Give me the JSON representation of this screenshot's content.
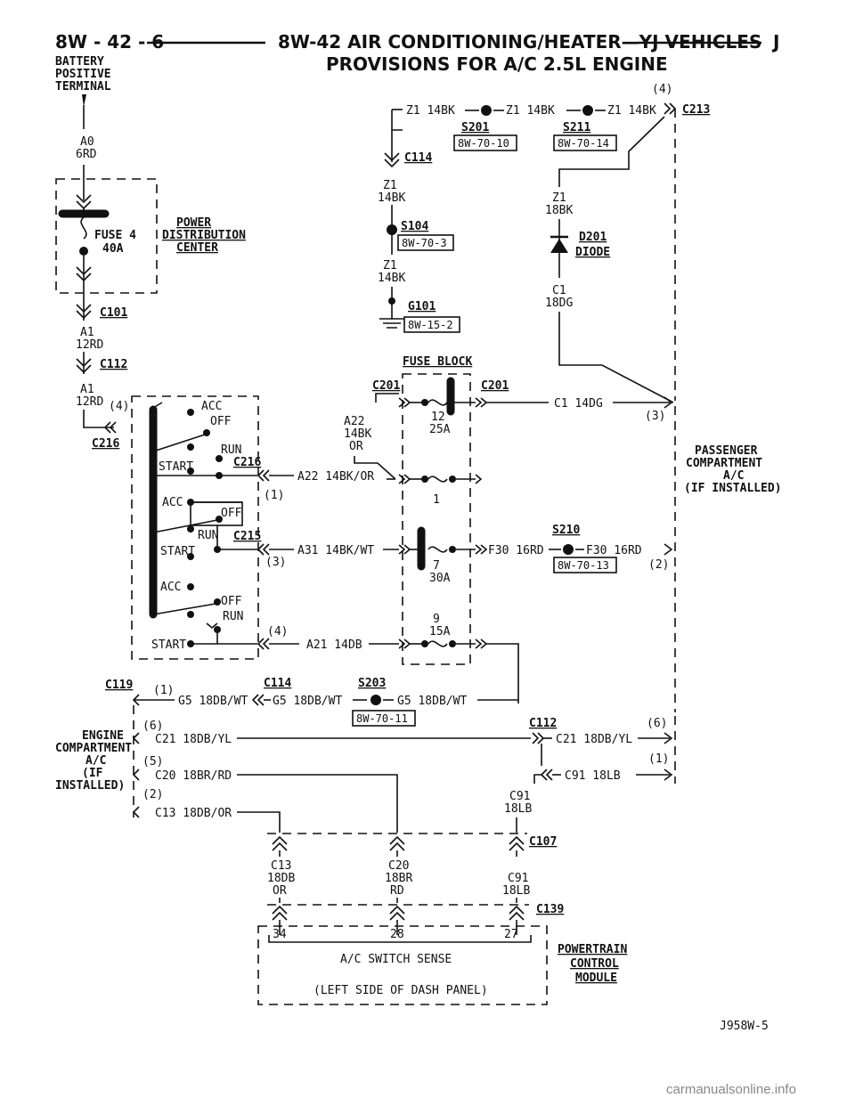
{
  "header": {
    "left": "8W - 42 - 6",
    "title": "8W-42 AIR CONDITIONING/HEATER—YJ VEHICLES",
    "right": "J",
    "subtitle": "PROVISIONS FOR A/C 2.5L ENGINE"
  },
  "labels": {
    "battery": [
      "BATTERY",
      "POSITIVE",
      "TERMINAL"
    ],
    "a0": "A0",
    "a0_gauge": "6RD",
    "fuse4": "FUSE 4",
    "fuse4_rating": "40A",
    "pdc": [
      "POWER",
      "DISTRIBUTION",
      "CENTER"
    ],
    "c101": "C101",
    "a1_a": "A1",
    "a1_a_gauge": "12RD",
    "c112_top": "C112",
    "a1_b": "A1",
    "a1_b_gauge": "12RD",
    "pin4_left": "(4)",
    "c216_left": "C216",
    "sw_acc1": "ACC",
    "sw_off1": "OFF",
    "sw_run1": "RUN",
    "sw_start1": "START",
    "c216_right": "C216",
    "a22_wire": "A22 14BK/OR",
    "pin1_sw": "(1)",
    "sw_acc2": "ACC",
    "sw_off2": "OFF",
    "sw_run2": "RUN",
    "sw_start2": "START",
    "c215": "C215",
    "a31_wire": "A31 14BK/WT",
    "pin3_sw": "(3)",
    "sw_acc3": "ACC",
    "sw_off3": "OFF",
    "sw_run3": "RUN",
    "sw_start3": "START",
    "pin4_sw": "(4)",
    "a21_wire": "A21 14DB",
    "z1_top1": "Z1 14BK",
    "z1_top2": "Z1 14BK",
    "z1_top3": "Z1 14BK",
    "pin4_c213": "(4)",
    "c213": "C213",
    "s201": "S201",
    "ref_s201": "8W-70-10",
    "s211": "S211",
    "ref_s211": "8W-70-14",
    "c114_top": "C114",
    "z1_a": "Z1",
    "z1_a_gauge": "14BK",
    "s104": "S104",
    "ref_s104": "8W-70-3",
    "z1_b": "Z1",
    "z1_b_gauge": "14BK",
    "g101": "G101",
    "ref_g101": "8W-15-2",
    "z1_c": "Z1",
    "z1_c_gauge": "18BK",
    "d201": "D201",
    "diode": "DIODE",
    "c1_a": "C1",
    "c1_a_gauge": "18DG",
    "fuse_block": "FUSE BLOCK",
    "c201_l": "C201",
    "c201_r": "C201",
    "fuse12": "12",
    "fuse12_rating": "25A",
    "c1_wire": "C1 14DG",
    "pin3_c213": "(3)",
    "a22_stub": [
      "A22",
      "14BK",
      "OR"
    ],
    "fuse1": "1",
    "fuse7": "7",
    "fuse7_rating": "30A",
    "fuse9": "9",
    "fuse9_rating": "15A",
    "s210": "S210",
    "f30_a": "F30 16RD",
    "f30_b": "F30 16RD",
    "ref_s210": "8W-70-13",
    "pin2_c213": "(2)",
    "passenger": [
      "PASSENGER",
      "COMPARTMENT",
      "A/C",
      "(IF INSTALLED)"
    ],
    "c119": "C119",
    "pin1_c119": "(1)",
    "g5_a": "G5 18DB/WT",
    "c114_mid": "C114",
    "g5_b": "G5 18DB/WT",
    "s203": "S203",
    "g5_c": "G5 18DB/WT",
    "ref_s203": "8W-70-11",
    "pin6_c119": "(6)",
    "c21_a": "C21 18DB/YL",
    "c112_mid": "C112",
    "pin6_c112": "(6)",
    "c21_b": "C21 18DB/YL",
    "engine": [
      "ENGINE",
      "COMPARTMENT",
      "A/C",
      "(IF",
      "INSTALLED)"
    ],
    "pin5_c119": "(5)",
    "c20_a": "C20 18BR/RD",
    "pin1_c112": "(1)",
    "c91_a": "C91 18LB",
    "pin2_c119": "(2)",
    "c13_a": "C13 18DB/OR",
    "c91_b": "C91",
    "c91_b_gauge": "18LB",
    "c107": "C107",
    "c13_b": [
      "C13",
      "18DB",
      "OR"
    ],
    "c20_b": [
      "C20",
      "18BR",
      "RD"
    ],
    "c91_c": [
      "C91",
      "18LB"
    ],
    "c139": "C139",
    "pcm_pin34": "34",
    "pcm_pin28": "28",
    "pcm_pin27": "27",
    "ac_switch": "A/C SWITCH SENSE",
    "dash": "(LEFT SIDE OF DASH PANEL)",
    "pcm": [
      "POWERTRAIN",
      "CONTROL",
      "MODULE"
    ],
    "fig_id": "J958W-5",
    "watermark": "carmanualsonline.info"
  }
}
